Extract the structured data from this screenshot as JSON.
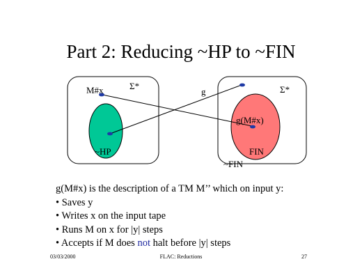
{
  "slide": {
    "title": "Part 2: Reducing ~HP to ~FIN"
  },
  "diagram": {
    "left_box": {
      "universe_label": "Σ*",
      "point_label": "M#x",
      "region_label": "~HP",
      "region_color": "#00c896"
    },
    "right_box": {
      "universe_label": "Σ*",
      "region_label": "FIN",
      "complement_label": "~FIN",
      "image_label": "g(M#x)",
      "region_color": "#ff7878"
    },
    "map_label": "g",
    "point_color": "#1f3aa6"
  },
  "body": {
    "intro": "g(M#x) is the description of a TM M’’ which on input y:",
    "bullets": [
      "Saves y",
      "Writes x on the input tape",
      "Runs M on x for |y| steps"
    ],
    "last_bullet": {
      "before": "Accepts if M does ",
      "highlight": "not",
      "after": " halt before |y| steps"
    },
    "highlight_color": "#1f2aa0"
  },
  "footer": {
    "date": "03/03/2000",
    "course": "FLAC: Reductions",
    "page": "27"
  }
}
